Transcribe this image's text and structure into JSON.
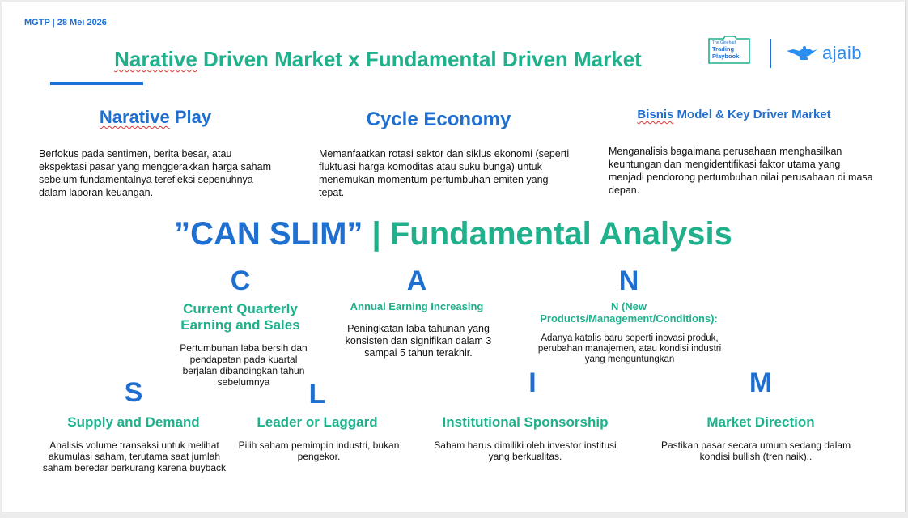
{
  "header": {
    "meta": "MGTP  |  28 Mei 2026"
  },
  "title": {
    "part1": "Narative",
    "part2": " Driven Market x Fundamental Driven Market"
  },
  "logos": {
    "badge_line1": "The Gleehad",
    "badge_line2": "Trading",
    "badge_line3": "Playbook.",
    "ajaib": "ajaib"
  },
  "sections": [
    {
      "title_a": "Narative",
      "title_b": " Play",
      "body": "Berfokus pada sentimen, berita besar, atau ekspektasi pasar yang menggerakkan harga saham sebelum fundamentalnya terefleksi sepenuhnya dalam laporan keuangan."
    },
    {
      "title": "Cycle Economy",
      "body": "Memanfaatkan rotasi sektor dan siklus ekonomi (seperti fluktuasi harga komoditas atau suku bunga) untuk menemukan momentum pertumbuhan emiten yang tepat."
    },
    {
      "title_a": "Bisnis",
      "title_b": " Model & Key Driver Market",
      "body": "Menganalisis bagaimana perusahaan menghasilkan keuntungan dan mengidentifikasi faktor utama yang menjadi pendorong pertumbuhan nilai perusahaan di masa depan."
    }
  ],
  "canslim": {
    "quoted": "”CAN SLIM”",
    "rest": " | Fundamental Analysis"
  },
  "items": [
    {
      "letter": "C",
      "heading": "Current Quarterly Earning and Sales",
      "body": "Pertumbuhan laba bersih dan pendapatan pada kuartal berjalan dibandingkan tahun sebelumnya"
    },
    {
      "letter": "A",
      "heading": "Annual Earning Increasing",
      "body": "Peningkatan laba tahunan yang konsisten dan signifikan dalam 3 sampai 5 tahun terakhir."
    },
    {
      "letter": "N",
      "heading": "N (New Products/Management/Conditions):",
      "body": "Adanya katalis baru seperti inovasi produk, perubahan manajemen, atau kondisi industri yang menguntungkan"
    },
    {
      "letter": "S",
      "heading": "Supply and Demand",
      "body": "Analisis volume transaksi untuk melihat akumulasi saham, terutama saat jumlah saham beredar berkurang karena buyback"
    },
    {
      "letter": "L",
      "heading": "Leader or Laggard",
      "body": "Pilih saham pemimpin industri, bukan pengekor."
    },
    {
      "letter": "I",
      "heading": "Institutional Sponsorship",
      "body": "Saham harus dimiliki oleh investor institusi yang berkualitas."
    },
    {
      "letter": "M",
      "heading": "Market Direction",
      "body": "Pastikan pasar secara umum sedang dalam kondisi bullish (tren naik).."
    }
  ],
  "colors": {
    "blue": "#1f6fd1",
    "green": "#1fb08c",
    "ajaib_blue": "#2a8df0"
  }
}
